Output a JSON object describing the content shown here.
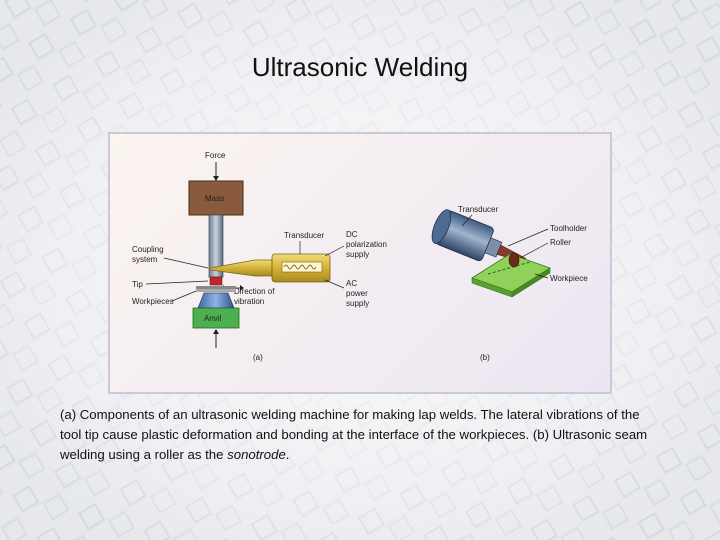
{
  "slide": {
    "title": "Ultrasonic Welding"
  },
  "figure": {
    "a": {
      "labels": {
        "force": "Force",
        "mass": "Mass",
        "transducer": "Transducer",
        "dc_supply": [
          "DC",
          "polarization",
          "supply"
        ],
        "coupling_system": [
          "Coupling",
          "system"
        ],
        "tip": "Tip",
        "direction": [
          "Direction of",
          "vibration"
        ],
        "ac_supply": [
          "AC",
          "power",
          "supply"
        ],
        "workpieces": "Workpieces",
        "anvil": "Anvil",
        "panel": "(a)"
      }
    },
    "b": {
      "labels": {
        "transducer": "Transducer",
        "toolholder": "Toolholder",
        "roller": "Roller",
        "workpiece": "Workpiece",
        "panel": "(b)"
      }
    }
  },
  "caption": {
    "text": "(a) Components of an ultrasonic welding machine for making lap welds. The lateral vibrations of the tool tip cause plastic deformation and bonding at the interface of the workpieces. (b) Ultrasonic seam welding using a roller as the ",
    "emphasis": "sonotrode",
    "end": "."
  }
}
